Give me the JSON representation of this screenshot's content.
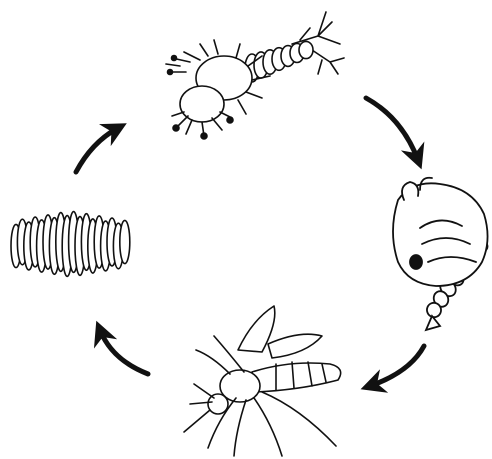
{
  "diagram": {
    "kind": "life-cycle",
    "colors": {
      "ink": "#111111",
      "fill": "#ffffff"
    },
    "stages": [
      {
        "id": "egg-raft",
        "icon": "egg-raft-icon"
      },
      {
        "id": "larva",
        "icon": "larva-icon"
      },
      {
        "id": "pupa",
        "icon": "pupa-icon"
      },
      {
        "id": "adult-mosquito",
        "icon": "mosquito-icon"
      }
    ],
    "arrows": [
      {
        "from": "egg-raft",
        "to": "larva"
      },
      {
        "from": "larva",
        "to": "pupa"
      },
      {
        "from": "pupa",
        "to": "adult-mosquito"
      },
      {
        "from": "adult-mosquito",
        "to": "egg-raft"
      }
    ]
  }
}
